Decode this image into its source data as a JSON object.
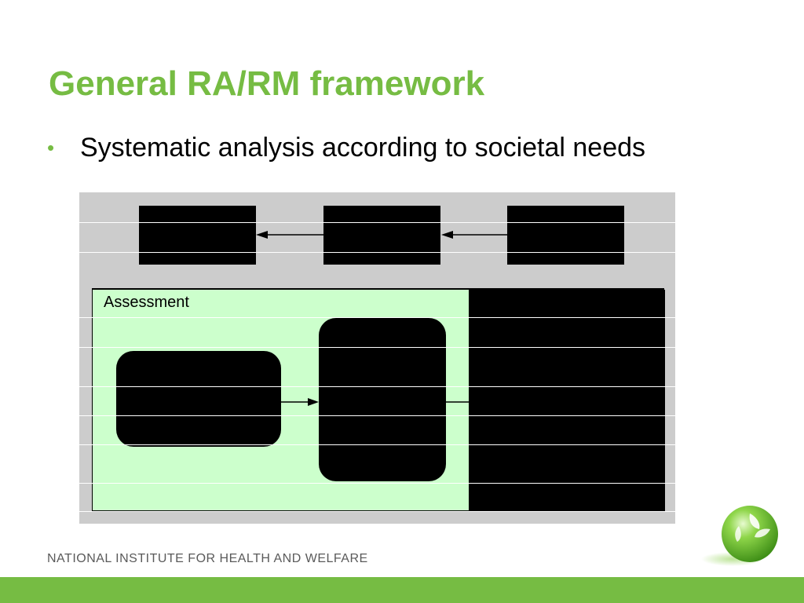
{
  "slide": {
    "title": "General RA/RM framework",
    "bullet": "Systematic analysis according to societal needs"
  },
  "diagram": {
    "assessment_label": "Assessment"
  },
  "footer": {
    "organization": "NATIONAL INSTITUTE FOR HEALTH AND WELFARE"
  },
  "colors": {
    "accent_green": "#76bc43",
    "assessment_fill": "#ccffcc",
    "diagram_background": "#cccccc"
  },
  "icons": {
    "bullet": "bullet-dot-icon",
    "logo": "green-sphere-logo-icon"
  }
}
